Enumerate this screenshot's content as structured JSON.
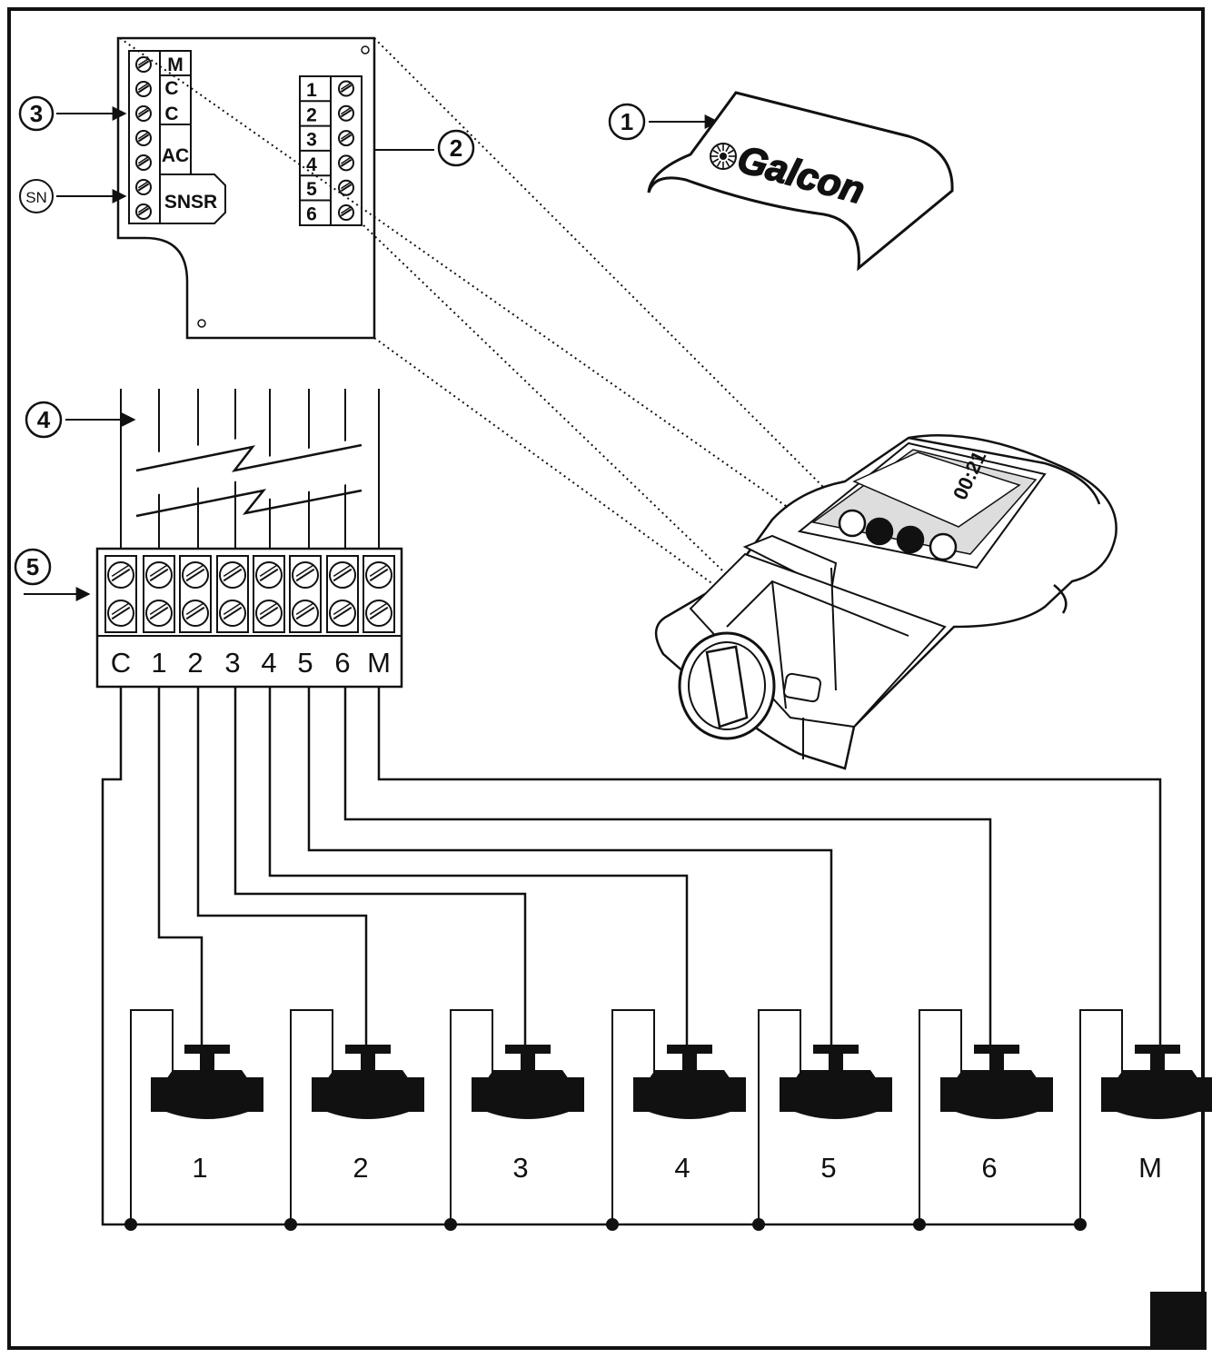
{
  "callouts": {
    "c1": "1",
    "c2": "2",
    "c3": "3",
    "c4": "4",
    "c5": "5",
    "sn": "SN"
  },
  "panel": {
    "left_labels": [
      "M",
      "C",
      "C",
      "AC"
    ],
    "sensor_label": "SNSR",
    "station_numbers": [
      "1",
      "2",
      "3",
      "4",
      "5",
      "6"
    ]
  },
  "cover": {
    "brand": "Galcon"
  },
  "terminal_block": {
    "labels": [
      "C",
      "1",
      "2",
      "3",
      "4",
      "5",
      "6",
      "M"
    ]
  },
  "valves": {
    "labels": [
      "1",
      "2",
      "3",
      "4",
      "5",
      "6",
      "M"
    ]
  },
  "colors": {
    "ink": "#111111",
    "background": "#ffffff"
  }
}
